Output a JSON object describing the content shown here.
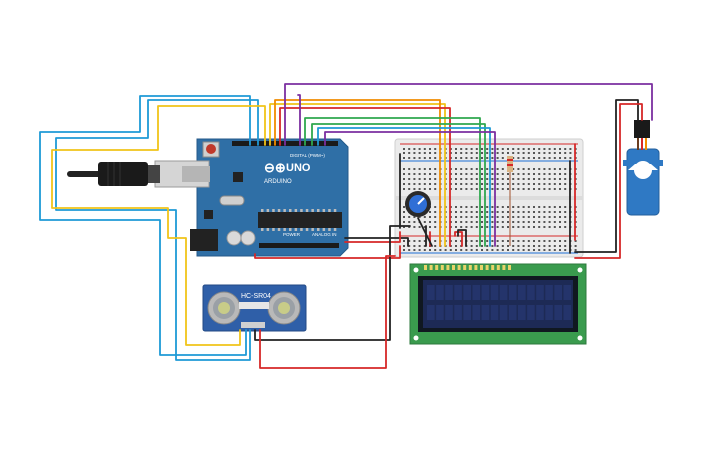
{
  "arduino": {
    "model_label": "UNO",
    "brand_label": "ARDUINO",
    "digital_label": "DIGITAL (PWM~)",
    "power_label": "POWER",
    "analog_label": "ANALOG IN"
  },
  "sensor": {
    "model_label": "HC-SR04"
  },
  "lcd": {
    "display_text": ""
  },
  "colors": {
    "board": "#2f6fa6",
    "wire_blue": "#1e9ad6",
    "wire_yellow": "#f0c419",
    "wire_orange": "#f08c00",
    "wire_red": "#d62828",
    "wire_green": "#2fa84f",
    "wire_purple": "#7b2fa0",
    "wire_black": "#222222",
    "wire_brown": "#a0522d",
    "lcd_pcb": "#3a9b4e",
    "lcd_screen": "#1d2a55",
    "servo": "#2f79c4",
    "breadboard": "#ebebeb"
  }
}
